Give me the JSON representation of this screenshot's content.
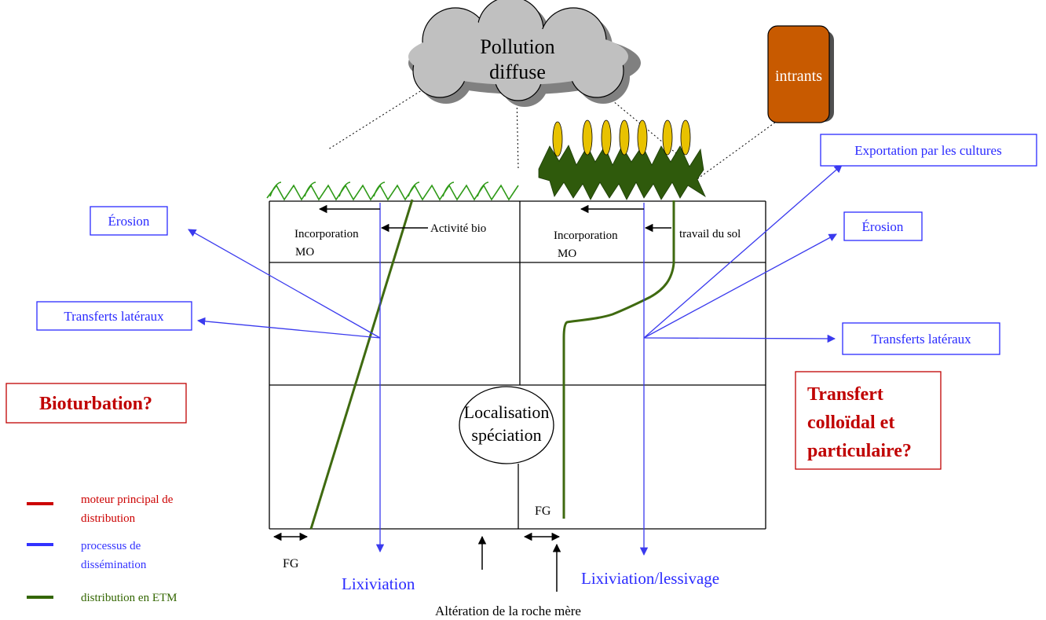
{
  "cloud": {
    "line1": "Pollution",
    "line2": "diffuse"
  },
  "intrants": "intrants",
  "boxes": {
    "erosion_left": "Érosion",
    "transferts_left": "Transferts latéraux",
    "exportation": "Exportation par les cultures",
    "erosion_right": "Érosion",
    "transferts_right": "Transferts latéraux"
  },
  "questions": {
    "bioturbation": "Bioturbation?",
    "transfert_line1": "Transfert",
    "transfert_line2": "colloïdal et",
    "transfert_line3": "particulaire?"
  },
  "soil_labels": {
    "incorporation_left_1": "Incorporation",
    "incorporation_left_2": "MO",
    "activite_bio": "Activité bio",
    "incorporation_right_1": "Incorporation",
    "incorporation_right_2": "MO",
    "travail_sol": "travail du sol",
    "localisation_1": "Localisation",
    "localisation_2": "spéciation",
    "fg_right": "FG",
    "fg_left": "FG"
  },
  "bottom": {
    "lixiviation": "Lixiviation",
    "lixiviation_lessivage": "Lixiviation/lessivage",
    "alteration": "Altération de la roche mère"
  },
  "legend": [
    {
      "line1": "moteur principal de",
      "line2": "distribution",
      "color": "#cc0000"
    },
    {
      "line1": "processus de",
      "line2": "dissémination",
      "color": "#3333ff"
    },
    {
      "line1": "distribution en ETM",
      "line2": "",
      "color": "#336600"
    }
  ],
  "colors": {
    "process_blue": "#2b2bff",
    "question_red": "#c00000",
    "etm_green": "#3f6a10",
    "intrants_orange": "#c85a00",
    "cloud_grey": "#c0c0c0"
  }
}
